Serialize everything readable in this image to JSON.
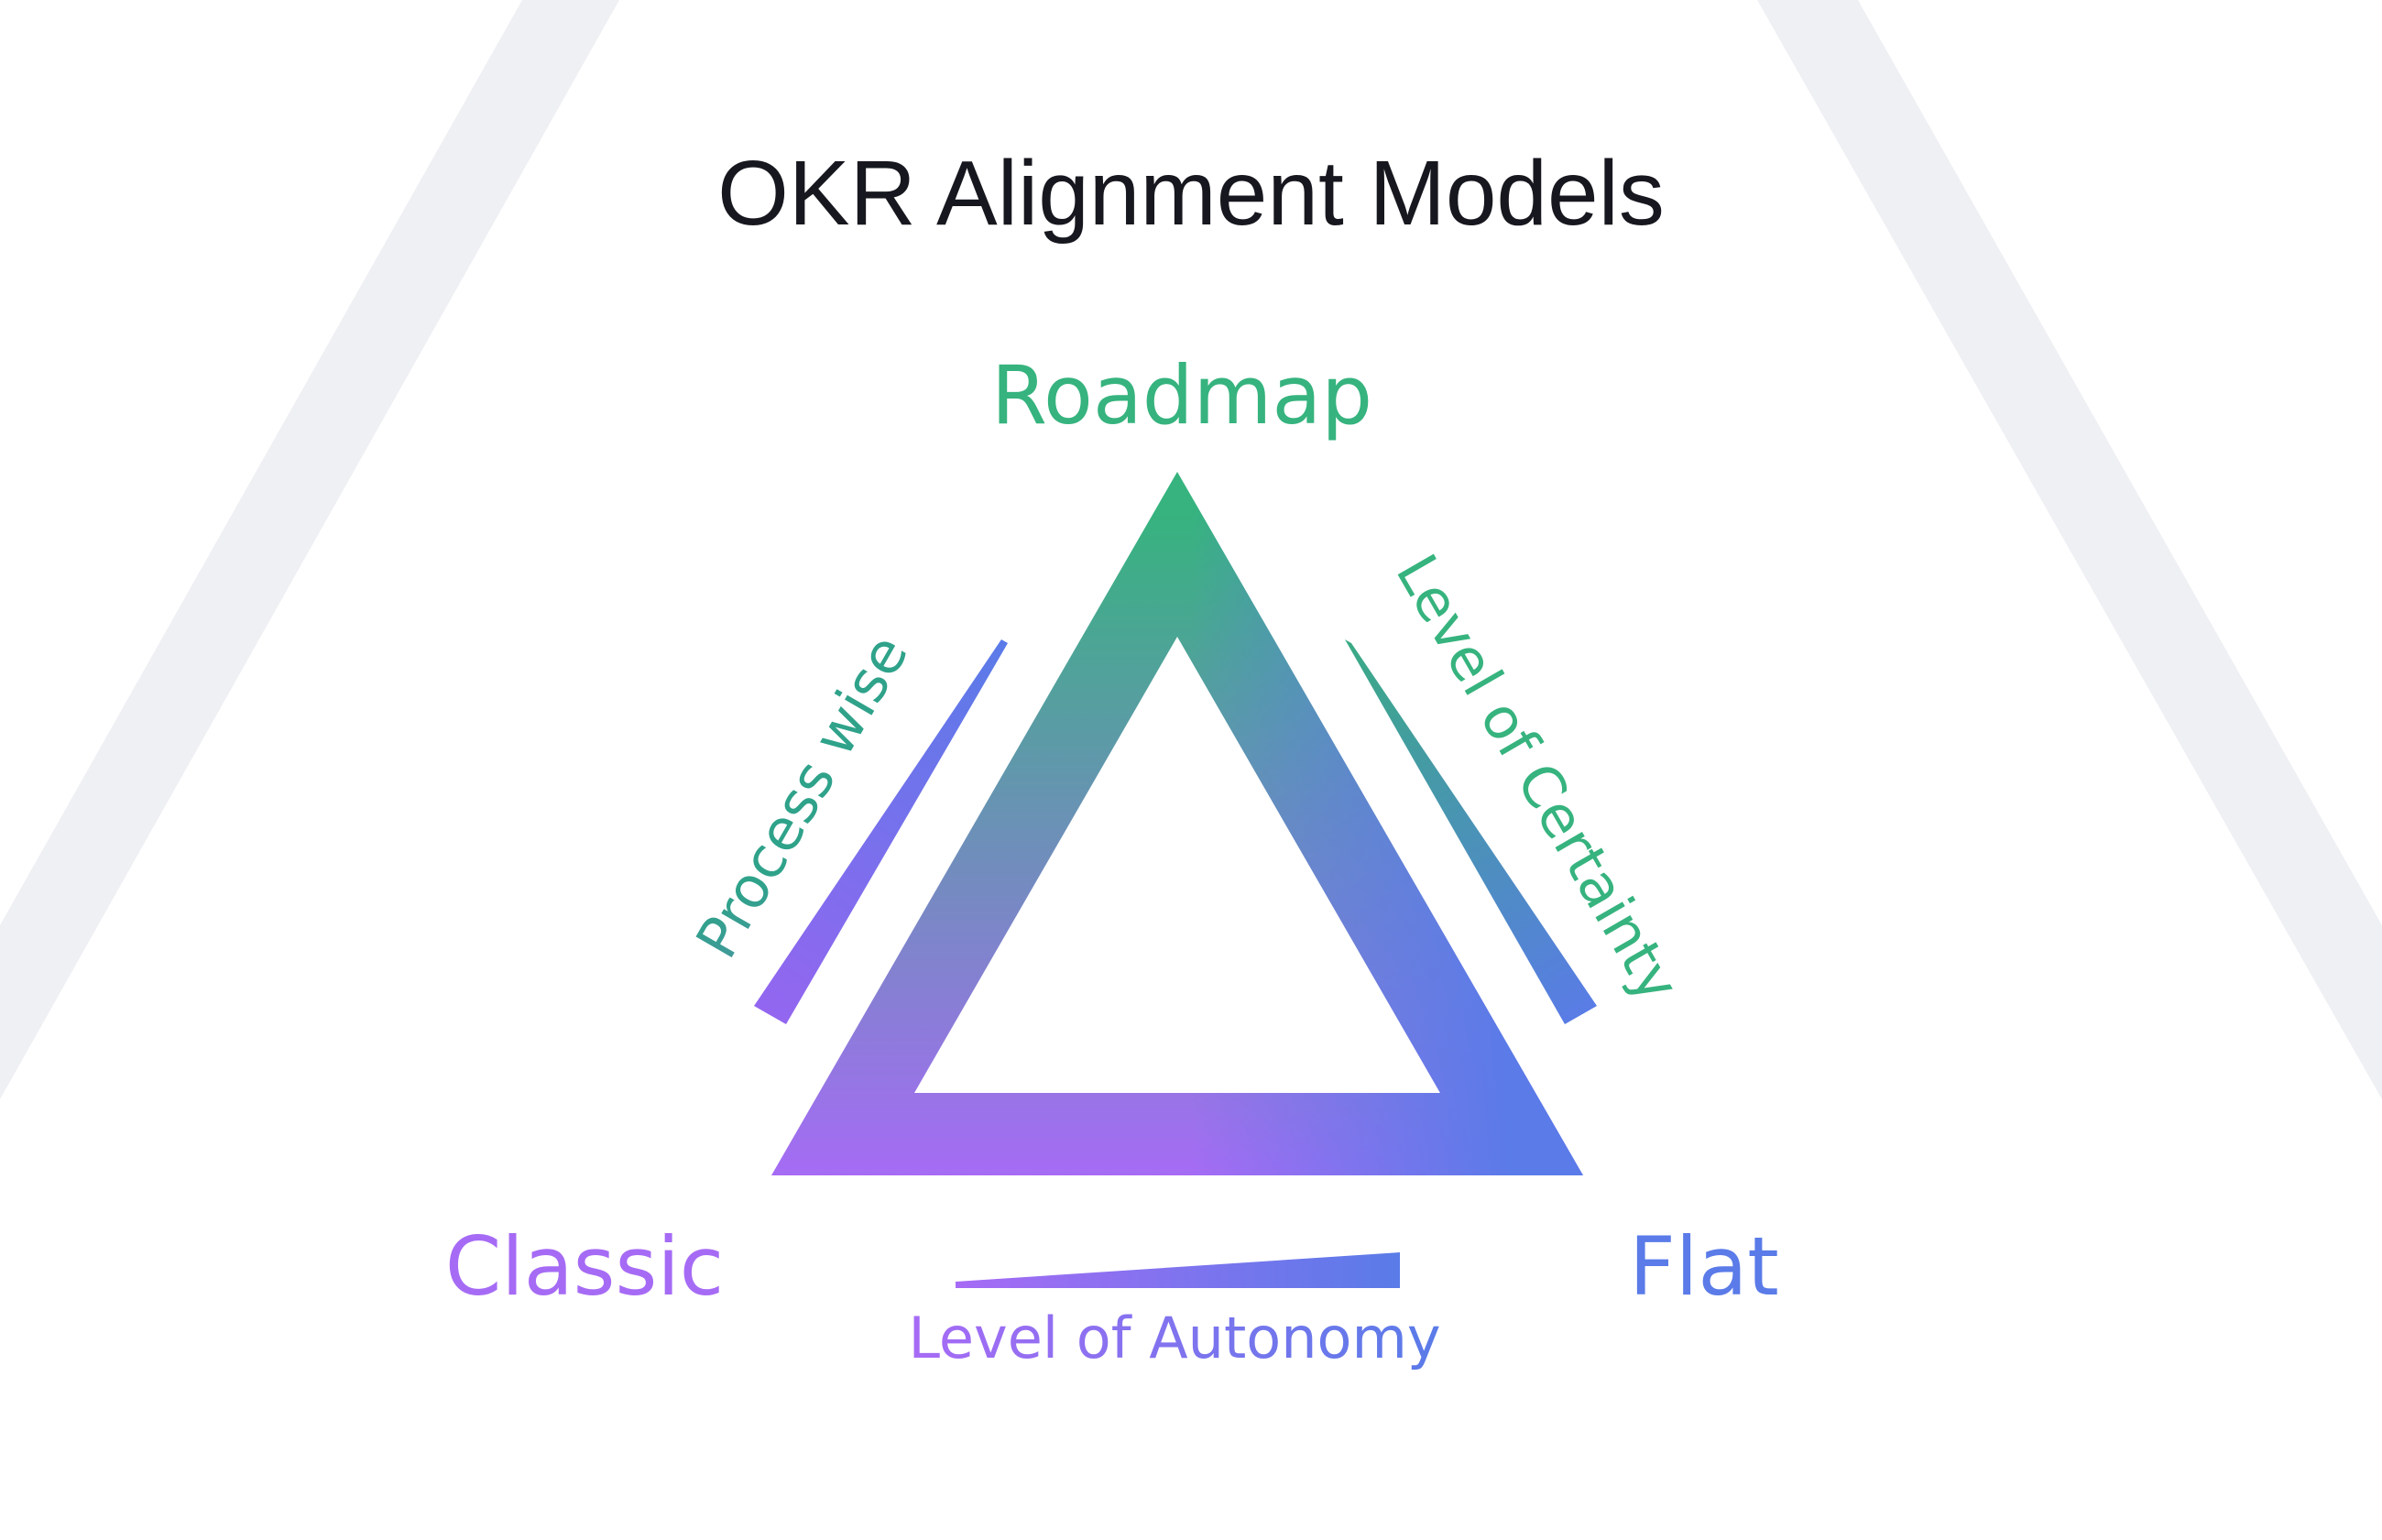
{
  "title": "OKR Alignment Models",
  "vertices": {
    "top": "Roadmap",
    "left": "Classic",
    "right": "Flat"
  },
  "scales": {
    "left_side": "Process wise",
    "right_side": "Level of Certainty",
    "bottom": "Level of Autonomy"
  },
  "colors": {
    "background": "#ffffff",
    "background_bands": "#eff0f4",
    "title": "#17171f",
    "green": "#36b37e",
    "purple": "#a66bf5",
    "blue": "#5a7be8",
    "teal": "#3a9da6",
    "lavender": "#9473f0"
  }
}
